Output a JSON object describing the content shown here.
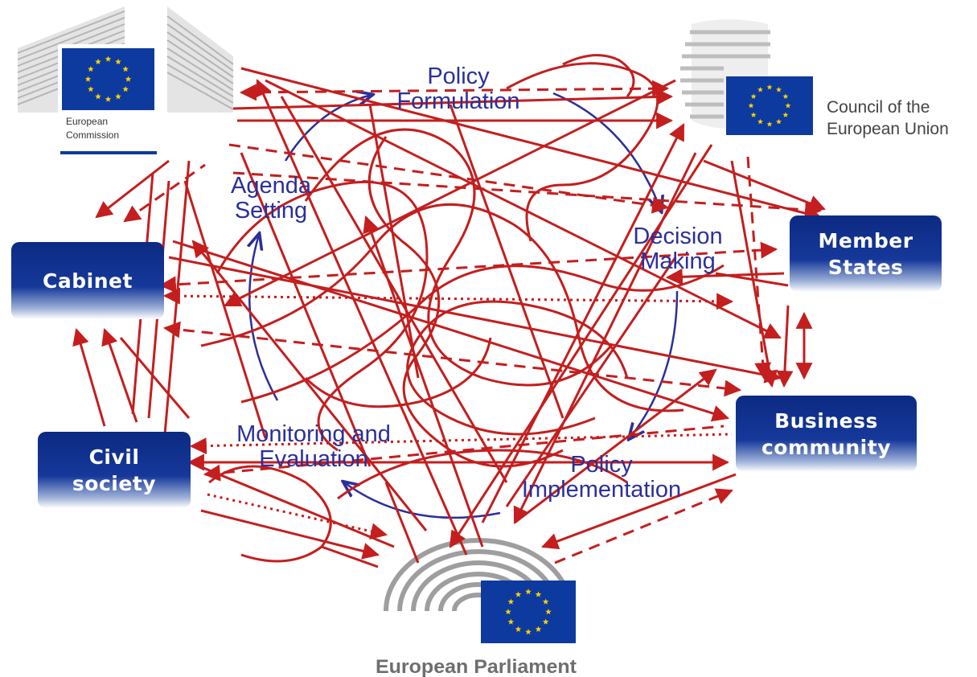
{
  "logos": {
    "commission_line1": "European",
    "commission_line2": "Commission",
    "council_line1": "Council of the",
    "council_line2": "European Union",
    "parliament": "European Parliament"
  },
  "actors": {
    "cabinet": [
      "Cabinet"
    ],
    "member_states": [
      "Member",
      "States"
    ],
    "business": [
      "Business",
      "community"
    ],
    "civil": [
      "Civil",
      "society"
    ]
  },
  "stages": {
    "policy_formulation": [
      "Policy",
      "Formulation"
    ],
    "agenda_setting": [
      "Agenda",
      "Setting"
    ],
    "decision_making": [
      "Decision",
      "Making"
    ],
    "policy_implementation": [
      "Policy",
      "Implementation"
    ],
    "monitoring": [
      "Monitoring and",
      "Evaluation"
    ]
  },
  "colors": {
    "eu_blue": "#0d3a9e",
    "eu_star": "#ffd200",
    "arrow_red": "#c41e1e",
    "cycle_blue": "#2b2f9a",
    "box_blue": "#0c2a82"
  }
}
